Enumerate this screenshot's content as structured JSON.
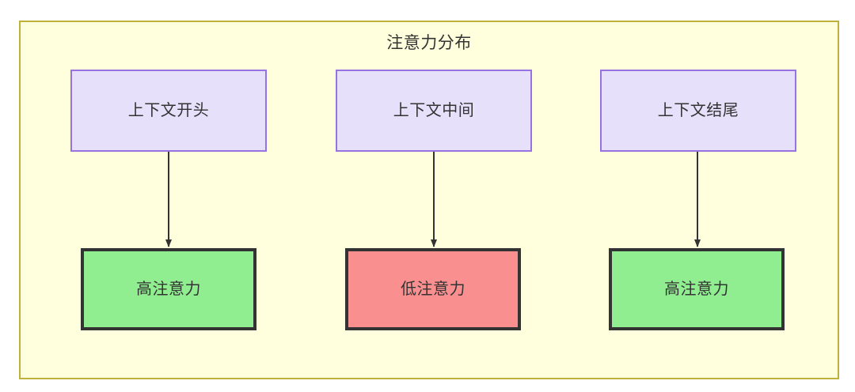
{
  "diagram": {
    "title": "注意力分布",
    "frame": {
      "background_color": "#ffffdd",
      "border_color": "#bfb23a"
    },
    "nodes": {
      "context": [
        {
          "id": "context-start",
          "label": "上下文开头",
          "fill": "#e6e0fa",
          "border": "#9673e0"
        },
        {
          "id": "context-middle",
          "label": "上下文中间",
          "fill": "#e6e0fa",
          "border": "#9673e0"
        },
        {
          "id": "context-end",
          "label": "上下文结尾",
          "fill": "#e6e0fa",
          "border": "#9673e0"
        }
      ],
      "attention": [
        {
          "id": "attention-high-start",
          "label": "高注意力",
          "fill": "#90ee90",
          "border": "#333333"
        },
        {
          "id": "attention-low-middle",
          "label": "低注意力",
          "fill": "#fa8f8f",
          "border": "#333333"
        },
        {
          "id": "attention-high-end",
          "label": "高注意力",
          "fill": "#90ee90",
          "border": "#333333"
        }
      ]
    },
    "edges": [
      {
        "from": "context-start",
        "to": "attention-high-start",
        "label": ""
      },
      {
        "from": "context-middle",
        "to": "attention-low-middle",
        "label": ""
      },
      {
        "from": "context-end",
        "to": "attention-high-end",
        "label": ""
      }
    ]
  }
}
